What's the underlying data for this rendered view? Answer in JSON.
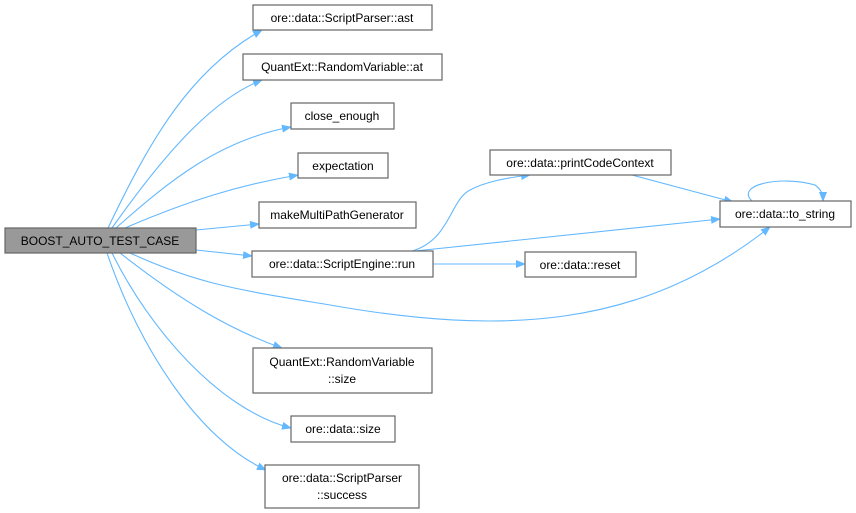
{
  "graph": {
    "root": "BOOST_AUTO_TEST_CASE",
    "nodes": {
      "ast": "ore::data::ScriptParser::ast",
      "at": "QuantExt::RandomVariable::at",
      "close_enough": "close_enough",
      "expectation": "expectation",
      "make": "makeMultiPathGenerator",
      "run": "ore::data::ScriptEngine::run",
      "pcc": "ore::data::printCodeContext",
      "to_string": "ore::data::to_string",
      "reset": "ore::data::reset",
      "rvsize_1": "QuantExt::RandomVariable",
      "rvsize_2": "::size",
      "size": "ore::data::size",
      "success_1": "ore::data::ScriptParser",
      "success_2": "::success"
    },
    "colors": {
      "edge": "#63b8ff",
      "root_fill": "#999999",
      "border": "#666666"
    }
  }
}
